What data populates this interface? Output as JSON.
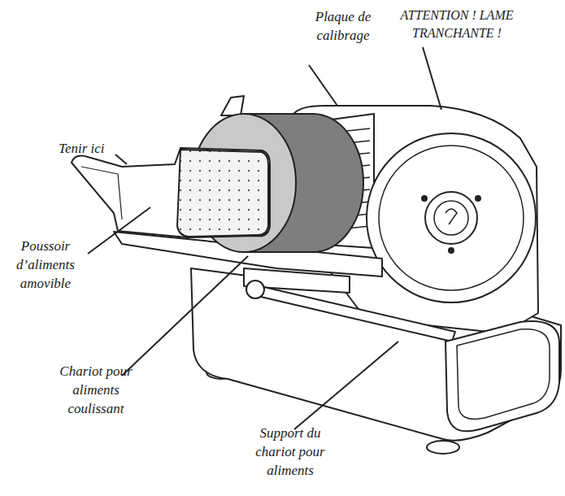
{
  "diagram": {
    "labels": [
      "ATTENTION ! LAME TRANCHANTE !",
      "Plaque de calibrage",
      "Tenir ici",
      "Poussoir d’aliments amovible",
      "Chariot pour aliments coulissant",
      "Support du chariot pour aliments"
    ]
  }
}
